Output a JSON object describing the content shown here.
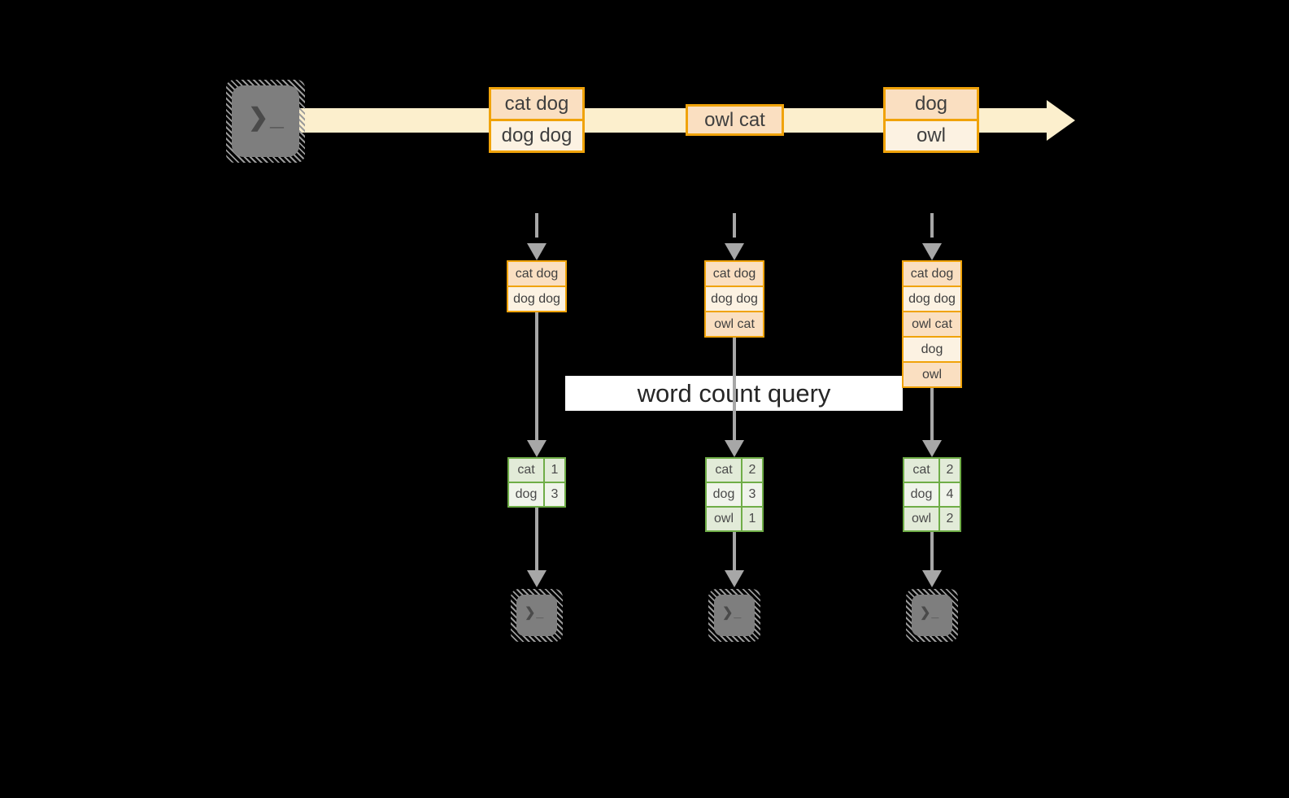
{
  "query_label": "word count query",
  "icons": {
    "terminal_prompt": "❯_"
  },
  "colors": {
    "background": "#000000",
    "stream_band": "#FCEFCD",
    "orange_border": "#F0A30A",
    "record_fill_dark": "#FADFC1",
    "record_fill_light": "#FCF2E2",
    "green_border": "#6FAD47",
    "count_row_dark": "#E2EBD8",
    "count_row_light": "#F0F4EB",
    "arrow_gray": "#A7A7A7",
    "terminal_gray": "#7E7E7E",
    "query_banner_bg": "#FFFFFF",
    "text": "#3F3F3F"
  },
  "stream": {
    "batches": [
      {
        "records": [
          "cat dog",
          "dog dog"
        ]
      },
      {
        "records": [
          "owl cat"
        ]
      },
      {
        "records": [
          "dog",
          "owl"
        ]
      }
    ]
  },
  "columns": [
    {
      "accumulated": [
        "cat dog",
        "dog dog"
      ],
      "counts": [
        {
          "word": "cat",
          "count": "1"
        },
        {
          "word": "dog",
          "count": "3"
        }
      ]
    },
    {
      "accumulated": [
        "cat dog",
        "dog dog",
        "owl cat"
      ],
      "counts": [
        {
          "word": "cat",
          "count": "2"
        },
        {
          "word": "dog",
          "count": "3"
        },
        {
          "word": "owl",
          "count": "1"
        }
      ]
    },
    {
      "accumulated": [
        "cat dog",
        "dog dog",
        "owl cat",
        "dog",
        "owl"
      ],
      "counts": [
        {
          "word": "cat",
          "count": "2"
        },
        {
          "word": "dog",
          "count": "4"
        },
        {
          "word": "owl",
          "count": "2"
        }
      ]
    }
  ]
}
